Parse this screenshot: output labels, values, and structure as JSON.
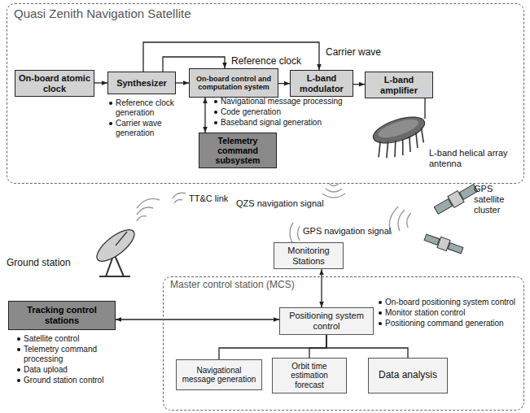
{
  "diagram": {
    "nodes": [
      {
        "text": [
          "Quasi Zenith Navigation Satellite"
        ]
      },
      {
        "text": [
          "On-board atomic clock"
        ],
        "in": 0
      },
      {
        "text": [
          "Synthesizer"
        ],
        "in": 0
      },
      {
        "text": [
          "On-board control and computation system"
        ],
        "in": 0
      },
      {
        "text": [
          "L-band modulator"
        ],
        "in": 0
      },
      {
        "text": [
          "L-band amplifier"
        ],
        "in": 0
      },
      {
        "text": [
          "Telemetry command subsystem"
        ],
        "in": 0
      },
      {
        "text": [
          "Monitoring Stations"
        ]
      },
      {
        "text": [
          "Master control station (MCS)"
        ]
      },
      {
        "text": [
          "Positioning system control"
        ],
        "in": 8
      },
      {
        "text": [
          "Navigational message generation"
        ],
        "in": 8
      },
      {
        "text": [
          "Orbit time estimation forecast"
        ],
        "in": 8
      },
      {
        "text": [
          "Data analysis"
        ],
        "in": 8
      },
      {
        "text": [
          "Tracking control stations"
        ]
      }
    ],
    "edges": [
      {
        "from": 1,
        "to": 2,
        "arrow": "to"
      },
      {
        "from": 2,
        "to": 3,
        "arrow": "to"
      },
      {
        "from": 2,
        "to": 3,
        "arrow": "to",
        "label": "Reference clock"
      },
      {
        "from": 2,
        "to": 4,
        "arrow": "to",
        "label": "Carrier wave"
      },
      {
        "from": 3,
        "to": 4,
        "arrow": "to"
      },
      {
        "from": 4,
        "to": 5,
        "arrow": "to"
      },
      {
        "from": 3,
        "to": 6,
        "arrow": "both"
      },
      {
        "from": 7,
        "to": 9,
        "arrow": "both"
      },
      {
        "from": 13,
        "to": 9,
        "arrow": "both"
      },
      {
        "from": 9,
        "to": 10,
        "arrow": "none"
      },
      {
        "from": 9,
        "to": 11,
        "arrow": "none"
      },
      {
        "from": 9,
        "to": 12,
        "arrow": "none"
      }
    ],
    "labels": [
      "Reference clock generation",
      "Carrier wave generation",
      "Navigational message processing",
      "Code generation",
      "Baseband signal generation",
      "L-band helical array antenna",
      "TT&C link",
      "QZS navigation signal",
      "GPS satellite cluster",
      "GPS navigation signal",
      "Ground station",
      "On-board positioning system control",
      "Monitor station control",
      "Positioning command generation",
      "Satellite control",
      "Telemetry command processing",
      "Data upload",
      "Ground station control"
    ]
  }
}
